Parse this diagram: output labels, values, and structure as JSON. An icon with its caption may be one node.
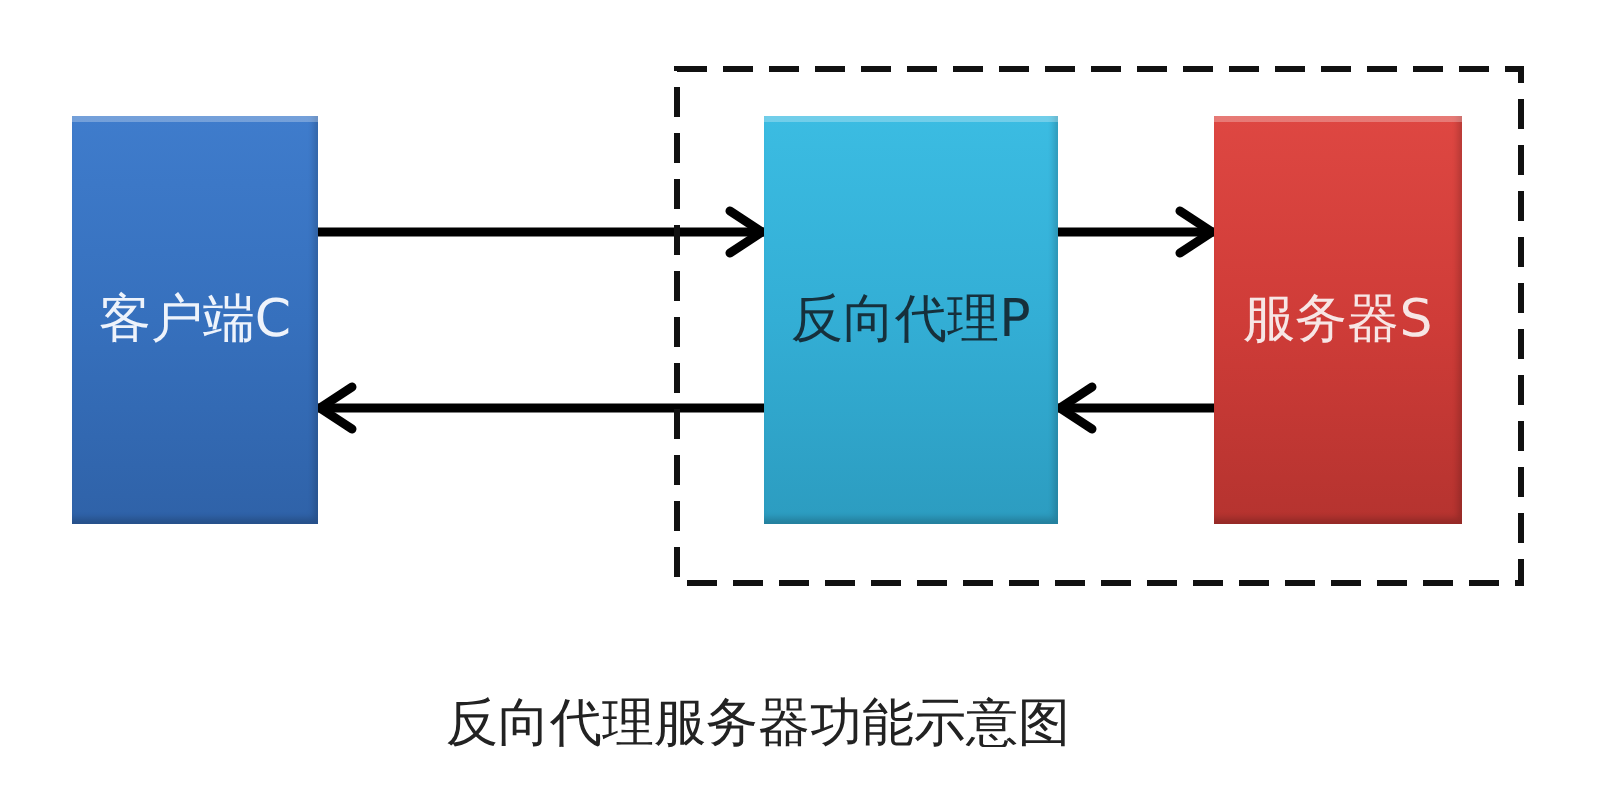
{
  "diagram": {
    "caption": "反向代理服务器功能示意图",
    "nodes": [
      {
        "text": [
          "客户端C"
        ]
      },
      {
        "text": [],
        "shape": "box"
      },
      {
        "text": [
          "反向代理P"
        ],
        "in": 1
      },
      {
        "text": [
          "服务器S"
        ],
        "in": 1
      }
    ],
    "edges": [
      {
        "from": 0,
        "to": 2,
        "arrow": "to"
      },
      {
        "from": 2,
        "to": 0,
        "arrow": "to"
      },
      {
        "from": 2,
        "to": 3,
        "arrow": "to"
      },
      {
        "from": 3,
        "to": 2,
        "arrow": "to"
      }
    ]
  }
}
